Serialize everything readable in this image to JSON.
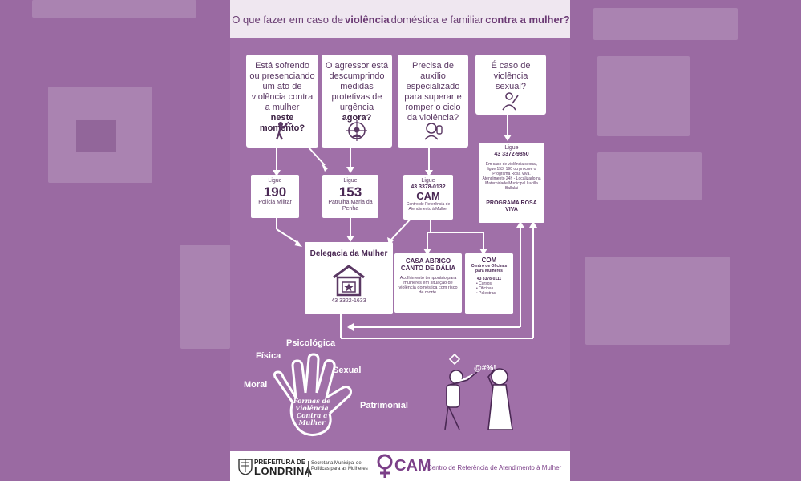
{
  "title": {
    "part1": "O que fazer em caso de",
    "emph1": "violência",
    "part2": "doméstica e familiar",
    "emph2": "contra a mulher?"
  },
  "questions": [
    {
      "text": "Está sofrendo ou presenciando um ato de violência contra a mulher",
      "emph": "neste momento?"
    },
    {
      "text": "O agressor está descumprindo medidas protetivas de urgência",
      "emph": "agora?"
    },
    {
      "text": "Precisa de auxílio especializado para superar e romper o ciclo da violência?",
      "emph": ""
    },
    {
      "text": "É caso de violência sexual?",
      "emph": ""
    }
  ],
  "contacts": {
    "pm": {
      "ligue": "Ligue",
      "number": "190",
      "name": "Polícia Militar"
    },
    "patrulha": {
      "ligue": "Ligue",
      "number": "153",
      "name": "Patrulha Maria da Penha"
    },
    "cam": {
      "ligue": "Ligue",
      "phone": "43 3378-0132",
      "name": "CAM",
      "desc": "Centro de Referência de Atendimento à Mulher"
    },
    "rosa": {
      "ligue": "Ligue",
      "phone": "43 3372-9850",
      "desc": "Em caso de violência sexual, ligue 153, 190 ou procure o Programa Rosa Viva. Atendimento 24h - Localizado na Maternidade Municipal Lucilla Ballalai",
      "name": "PROGRAMA ROSA VIVA"
    },
    "delegacia": {
      "title": "Delegacia da Mulher",
      "phone": "43 3322-1633"
    },
    "abrigo": {
      "title": "CASA ABRIGO CANTO DE DÁLIA",
      "desc": "Acolhimento temporário para mulheres em situação de violência doméstica com risco de morte."
    },
    "com": {
      "title": "COM",
      "subtitle": "Centro de Oficinas para Mulheres",
      "phone": "43 3378-0111",
      "items": [
        "Cursos",
        "Oficinas",
        "Palestras"
      ]
    }
  },
  "forms": {
    "labels": {
      "fisica": "Física",
      "psicologica": "Psicológica",
      "sexual": "Sexual",
      "moral": "Moral",
      "patrimonial": "Patrimonial"
    },
    "palm": "Formas de Violência Contra a Mulher"
  },
  "scene": {
    "curse": "@#%!"
  },
  "footer": {
    "pref1": "PREFEITURA DE",
    "pref2": "LONDRINA",
    "secretaria": "Secretaria Municipal de Políticas para as Mulheres",
    "cam": "CAM",
    "cam_full": "Centro de Referência de Atendimento à Mulher"
  },
  "colors": {
    "purple": "#9a6aa2",
    "poster": "#a070a8",
    "dark": "#4a2854"
  }
}
